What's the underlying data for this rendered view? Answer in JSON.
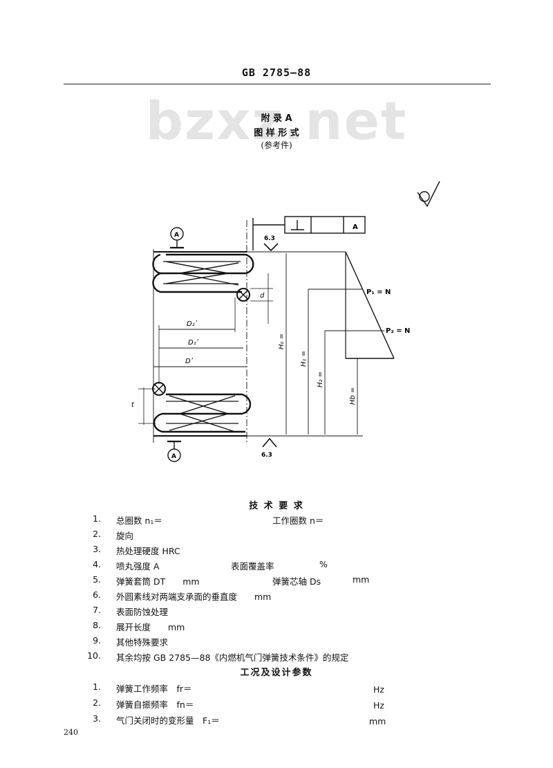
{
  "header": {
    "code": "GB 2785—88"
  },
  "watermark": "bzxz.net",
  "appendix": {
    "title": "附 录 A",
    "subtitle": "图 样 形 式",
    "note": "(参考件)"
  },
  "drawing": {
    "roughness_top": "6.3",
    "roughness_bottom": "6.3",
    "datum": "A",
    "datum_top": "A",
    "datum_bottom": "A",
    "perp_datum": "A",
    "d2": "D₂ʹ",
    "d1": "D₁ʹ",
    "d": "Dʹ",
    "wire": "d",
    "pitch": "t",
    "p1": "P₁ = N",
    "p2": "P₂ = N",
    "h0": "H₀ =",
    "h1": "H₁ =",
    "h2": "H₂ =",
    "hb": "Hb ="
  },
  "tech": {
    "title": "技 术 要 求",
    "items": [
      {
        "n": "1.",
        "a": "总圈数 n₁＝",
        "b": "工作圈数 n＝",
        "c": ""
      },
      {
        "n": "2.",
        "a": "旋向",
        "b": "",
        "c": ""
      },
      {
        "n": "3.",
        "a": "热处理硬度 HRC",
        "b": "",
        "c": ""
      },
      {
        "n": "4.",
        "a": "喷丸强度 A",
        "b": "表面覆盖率",
        "c": "%"
      },
      {
        "n": "5.",
        "a": "弹簧套筒 DT　　mm",
        "b": "弹簧芯轴 Ds",
        "c": "mm"
      },
      {
        "n": "6.",
        "a": "外圆素线对两端支承面的垂直度　　mm",
        "b": "",
        "c": ""
      },
      {
        "n": "7.",
        "a": "表面防蚀处理",
        "b": "",
        "c": ""
      },
      {
        "n": "8.",
        "a": "展开长度　　mm",
        "b": "",
        "c": ""
      },
      {
        "n": "9.",
        "a": "其他特殊要求",
        "b": "",
        "c": ""
      },
      {
        "n": "10.",
        "a": "其余均按 GB 2785—88《内燃机气门弹簧技术条件》的规定",
        "b": "",
        "c": ""
      }
    ]
  },
  "params": {
    "title": "工况及设计参数",
    "items": [
      {
        "n": "1.",
        "a": "弹簧工作频率　fr＝",
        "u": "Hz"
      },
      {
        "n": "2.",
        "a": "弹簧自振频率　fn＝",
        "u": "Hz"
      },
      {
        "n": "3.",
        "a": "气门关闭时的变形量　F₁＝",
        "u": "mm"
      }
    ]
  },
  "page_number": "240"
}
